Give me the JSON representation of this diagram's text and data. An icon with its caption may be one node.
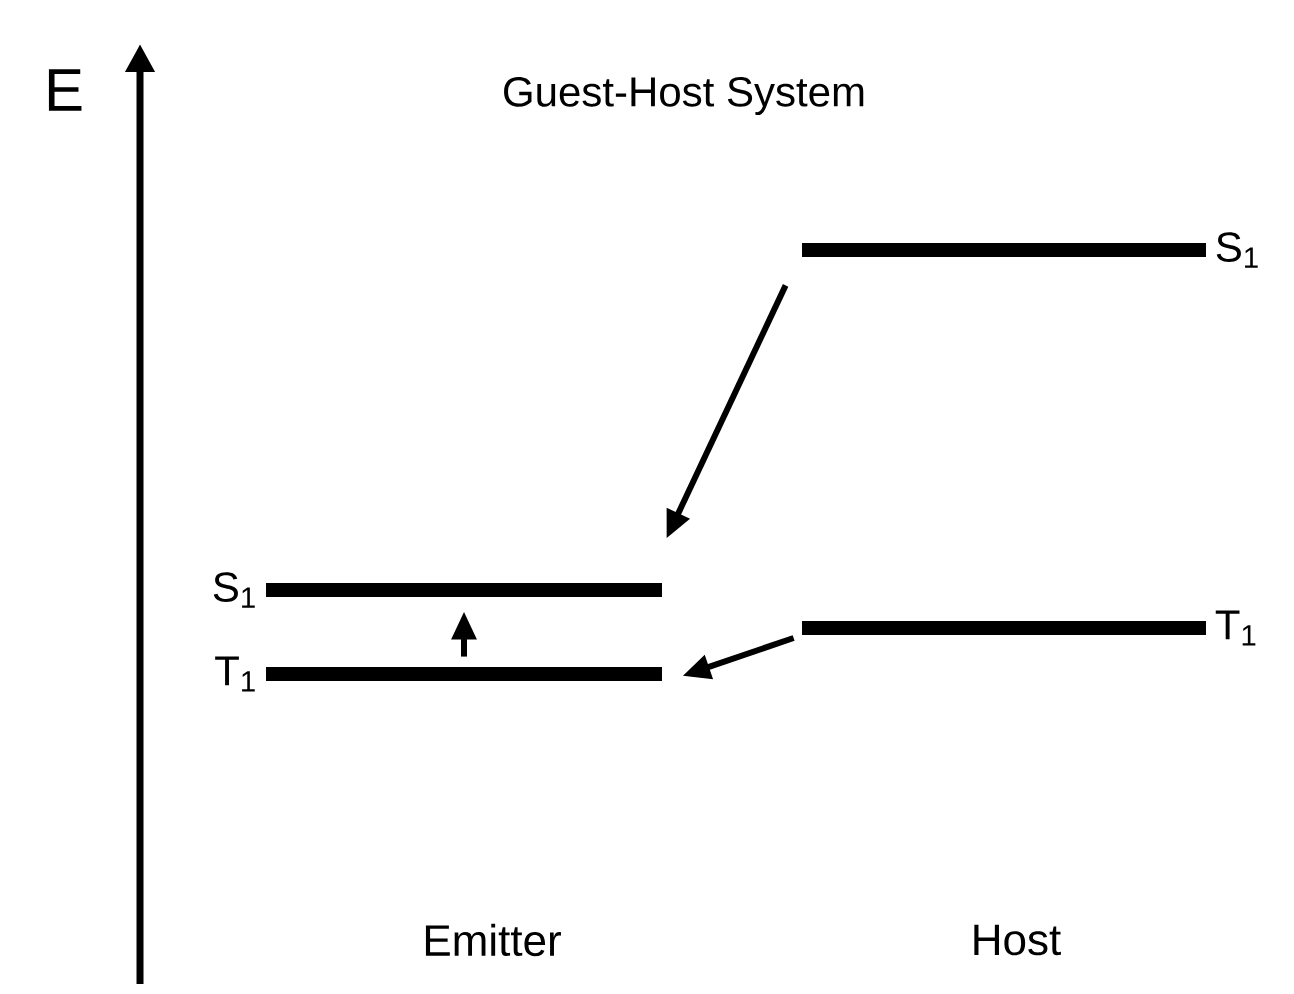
{
  "diagram": {
    "nodes": [
      {
        "text": [
          "S$_{1}$"
        ]
      },
      {
        "text": [
          "T$_{1}$"
        ]
      },
      {
        "text": [
          "S$_{1}$"
        ]
      },
      {
        "text": [
          "T$_{1}$"
        ]
      }
    ],
    "edges": [
      {
        "from": 2,
        "to": 0,
        "arrow": "to"
      },
      {
        "from": 3,
        "to": 1,
        "arrow": "to"
      },
      {
        "from": 1,
        "to": 0,
        "arrow": "to"
      }
    ],
    "labels": [
      "E",
      "Guest-Host System",
      "Emitter",
      "Host"
    ]
  }
}
